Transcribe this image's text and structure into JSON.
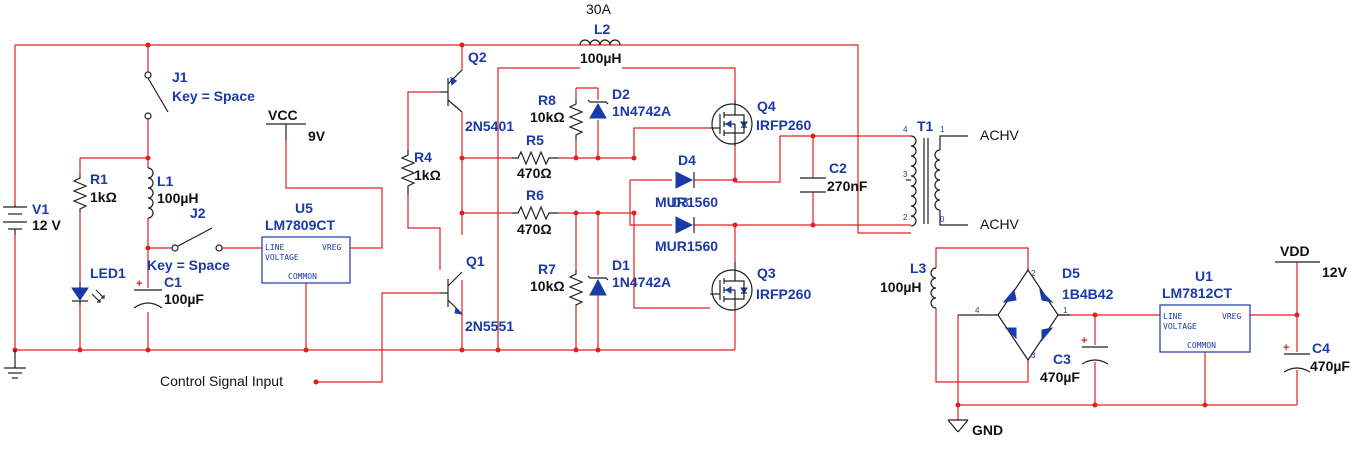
{
  "components": {
    "V1": {
      "ref": "V1",
      "value": "12 V"
    },
    "J1": {
      "ref": "J1",
      "value": "Key = Space"
    },
    "J2": {
      "ref": "J2",
      "value": "Key = Space"
    },
    "R1": {
      "ref": "R1",
      "value": "1kΩ"
    },
    "L1": {
      "ref": "L1",
      "value": "100µH"
    },
    "LED1": {
      "ref": "LED1"
    },
    "C1": {
      "ref": "C1",
      "value": "100µF"
    },
    "VCC": {
      "ref": "VCC",
      "value": "9V"
    },
    "U5": {
      "ref": "U5",
      "value": "LM7809CT",
      "pin_line": "LINE",
      "pin_voltage": "VOLTAGE",
      "pin_vreg": "VREG",
      "pin_common": "COMMON"
    },
    "R4": {
      "ref": "R4",
      "value": "1kΩ"
    },
    "Q2": {
      "ref": "Q2",
      "value": "2N5401"
    },
    "Q1": {
      "ref": "Q1",
      "value": "2N5551"
    },
    "L2": {
      "ref": "L2",
      "value": "100µH",
      "current": "30A"
    },
    "R8": {
      "ref": "R8",
      "value": "10kΩ"
    },
    "D2": {
      "ref": "D2",
      "value": "1N4742A"
    },
    "R5": {
      "ref": "R5",
      "value": "470Ω"
    },
    "R6": {
      "ref": "R6",
      "value": "470Ω"
    },
    "R7": {
      "ref": "R7",
      "value": "10kΩ"
    },
    "D1": {
      "ref": "D1",
      "value": "1N4742A"
    },
    "D4": {
      "ref": "D4",
      "value": "MUR1560"
    },
    "D3": {
      "ref": "D3",
      "value": "MUR1560"
    },
    "Q4": {
      "ref": "Q4",
      "value": "IRFP260"
    },
    "Q3": {
      "ref": "Q3",
      "value": "IRFP260"
    },
    "C2": {
      "ref": "C2",
      "value": "270nF"
    },
    "T1": {
      "ref": "T1",
      "pins": [
        "4",
        "3",
        "2",
        "1",
        "0"
      ]
    },
    "ACHV_top": {
      "ref": "ACHV"
    },
    "ACHV_bot": {
      "ref": "ACHV"
    },
    "L3": {
      "ref": "L3",
      "value": "100µH"
    },
    "D5": {
      "ref": "D5",
      "value": "1B4B42",
      "pins": [
        "2",
        "4",
        "1",
        "3"
      ]
    },
    "C3": {
      "ref": "C3",
      "value": "470µF"
    },
    "U1": {
      "ref": "U1",
      "value": "LM7812CT",
      "pin_line": "LINE",
      "pin_voltage": "VOLTAGE",
      "pin_vreg": "VREG",
      "pin_common": "COMMON"
    },
    "VDD": {
      "ref": "VDD",
      "value": "12V"
    },
    "C4": {
      "ref": "C4",
      "value": "470µF"
    },
    "GND": {
      "ref": "GND"
    }
  },
  "signals": {
    "control_input": "Control Signal Input"
  },
  "polarity_mark": "+",
  "colors": {
    "wire": "#e02020",
    "component": "#1a3aa8",
    "value_text": "#111111",
    "ground": "#202020"
  }
}
